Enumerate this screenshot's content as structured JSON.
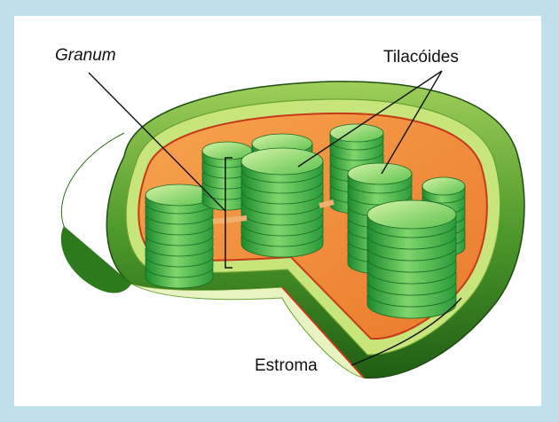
{
  "labels": {
    "granum": "Granum",
    "tilacoides": "Tilacóides",
    "estroma": "Estroma"
  },
  "colors": {
    "frame": "#bfe0ea",
    "outer_membrane_green": "#4f9a2c",
    "stroma_orange": "#f08a3c",
    "thylakoid_green": "#52b848",
    "line": "#111111"
  },
  "icon": "chloroplast-cross-section"
}
